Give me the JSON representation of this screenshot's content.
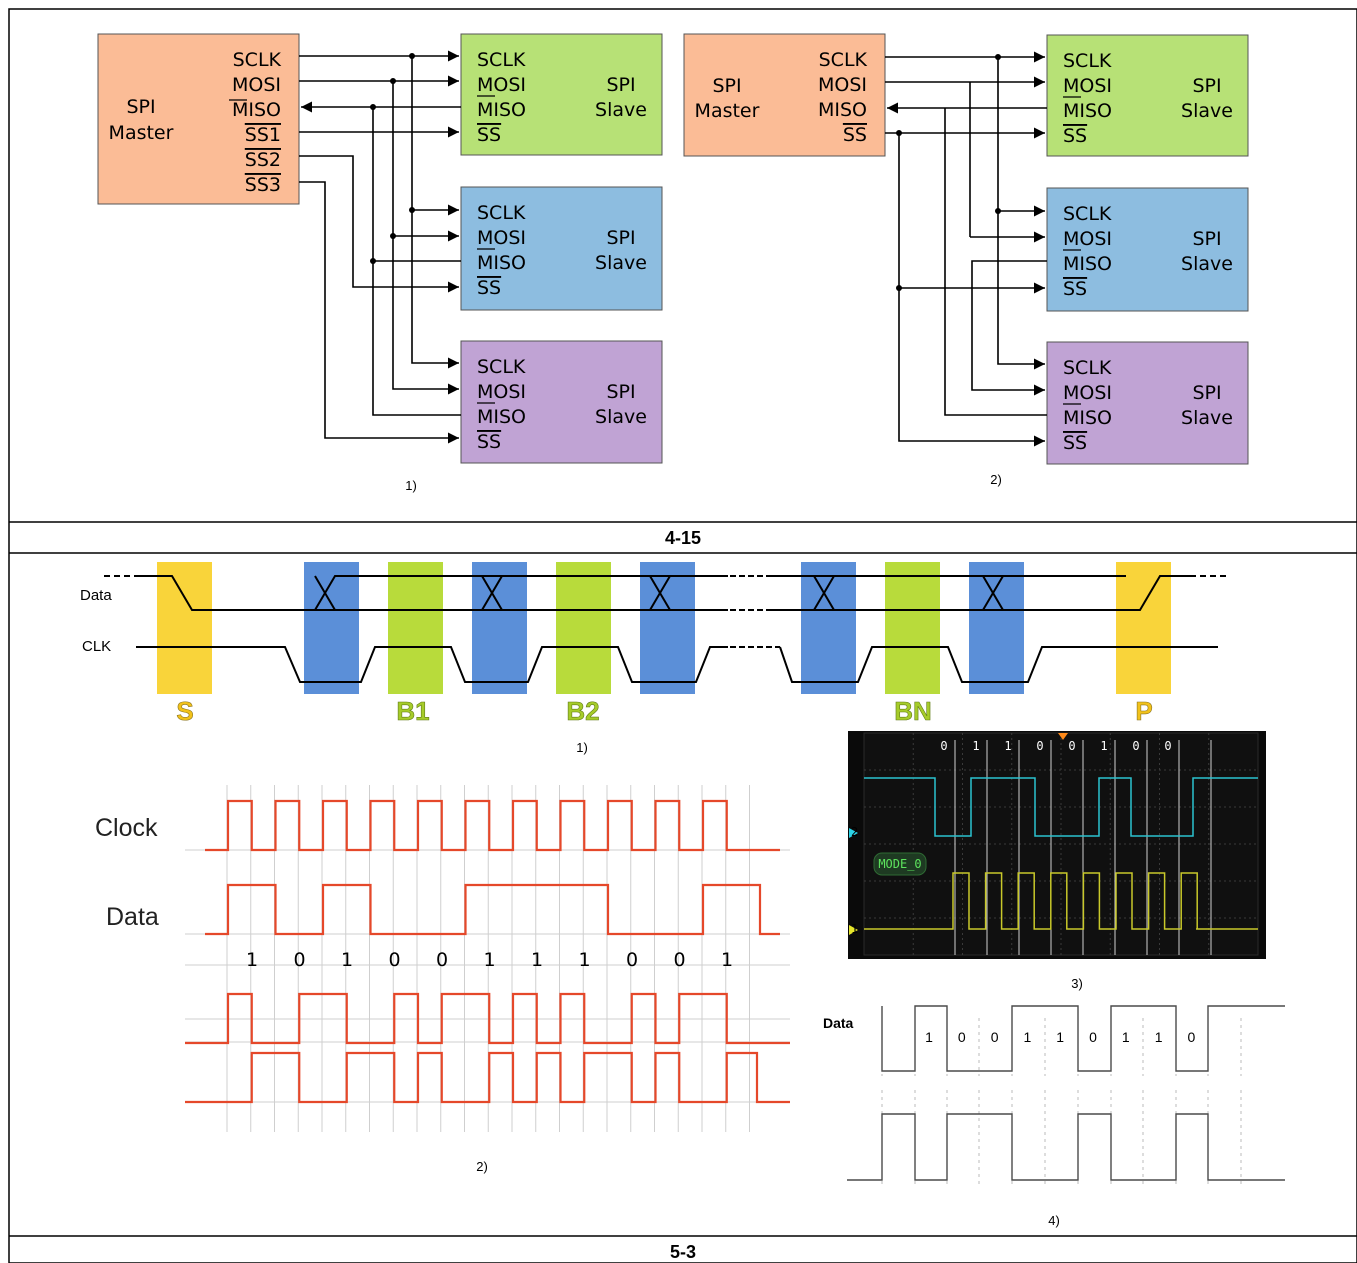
{
  "figure_4_15": {
    "caption": "4-15",
    "master_left": {
      "lines": [
        "SPI",
        "Master"
      ]
    },
    "master_left_pins": [
      "SCLK",
      "MOSI",
      "MISO",
      "SS1",
      "SS2",
      "SS3"
    ],
    "master_right": {
      "lines": [
        "SPI",
        "Master"
      ]
    },
    "master_right_pins": [
      "SCLK",
      "MOSI",
      "MISO",
      "SS"
    ],
    "slave_pins": [
      "SCLK",
      "MOSI",
      "MISO",
      "SS"
    ],
    "slave_title": [
      "SPI",
      "Slave"
    ],
    "sub_left": "1)",
    "sub_right": "2)",
    "colors": {
      "master": "#fbbc96",
      "slave_green": "#b7e176",
      "slave_blue": "#8dbde0",
      "slave_purple": "#c0a3d4"
    }
  },
  "figure_5_3": {
    "caption": "5-3",
    "timing": {
      "data_label": "Data",
      "clk_label": "CLK",
      "markers": [
        "S",
        "B1",
        "B2",
        "BN",
        "P"
      ],
      "sub": "1)",
      "colors": {
        "start_stop": "#f9d43a",
        "setup": "#5b8fd8",
        "sample": "#b8db3b"
      }
    },
    "manchester": {
      "clock_label": "Clock",
      "data_label": "Data",
      "bits": [
        "1",
        "0",
        "1",
        "0",
        "0",
        "1",
        "1",
        "1",
        "0",
        "0",
        "1"
      ],
      "sub": "2)"
    },
    "scope": {
      "bits": [
        "0",
        "1",
        "1",
        "0",
        "0",
        "1",
        "0",
        "0"
      ],
      "mode": "MODE_0",
      "ch2": "2",
      "ch1": "1",
      "sub": "3)"
    },
    "nrz": {
      "data_label": "Data",
      "bits": [
        "1",
        "0",
        "0",
        "1",
        "1",
        "0",
        "1",
        "1",
        "0"
      ],
      "sub": "4)"
    }
  }
}
